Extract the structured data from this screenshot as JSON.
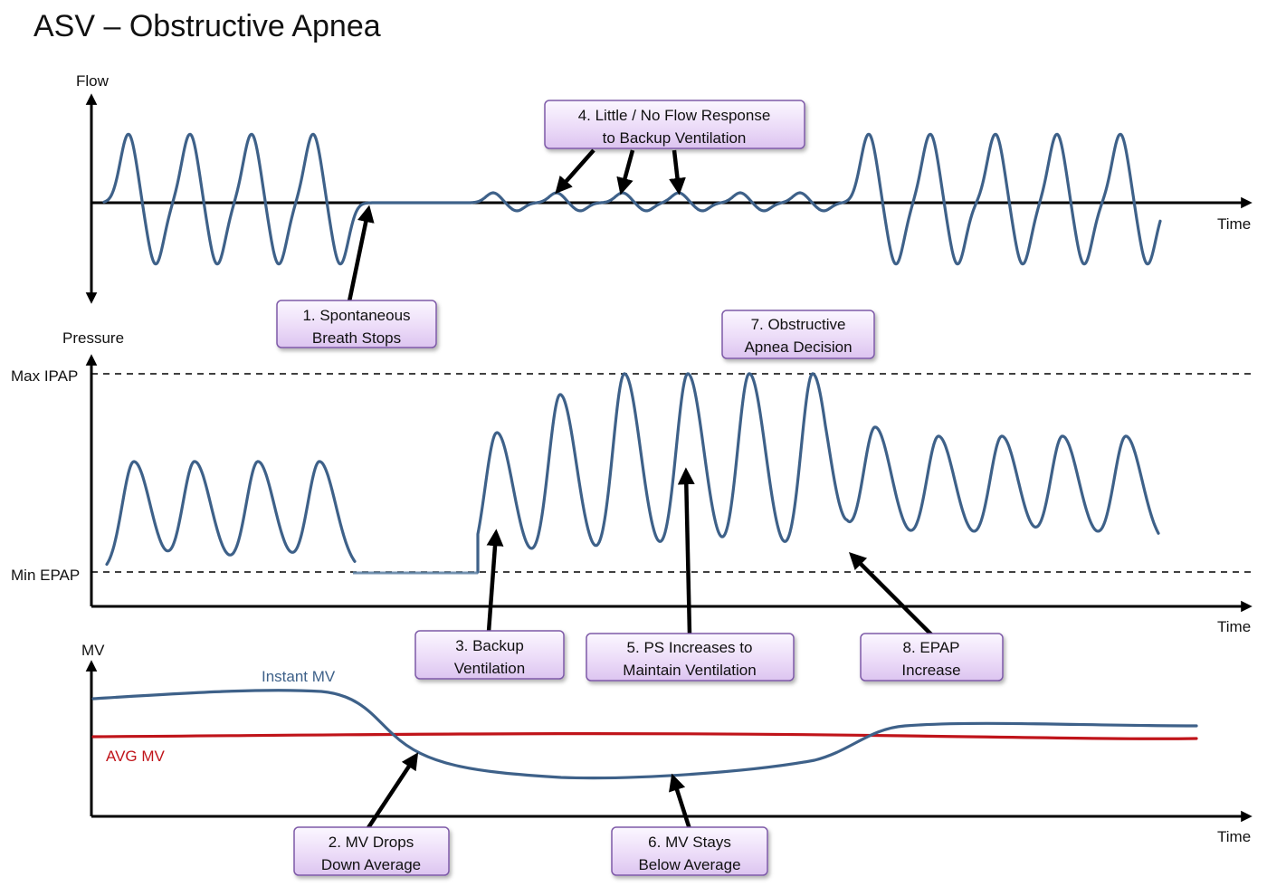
{
  "title": "ASV – Obstructive Apnea",
  "flow_panel": {
    "ylabel": "Flow",
    "xlabel": "Time"
  },
  "pressure_panel": {
    "ylabel": "Pressure",
    "xlabel": "Time",
    "max_label": "Max IPAP",
    "min_label": "Min EPAP"
  },
  "mv_panel": {
    "ylabel": "MV",
    "xlabel": "Time",
    "instant_label": "Instant MV",
    "avg_label": "AVG MV"
  },
  "colors": {
    "wave": "#3e6189",
    "avg": "#c0141a",
    "box_border": "#7e5aa8"
  },
  "callouts": [
    {
      "id": "c1",
      "lines": [
        "1. Spontaneous",
        "Breath Stops"
      ]
    },
    {
      "id": "c2",
      "lines": [
        "2. MV Drops",
        "Down Average"
      ]
    },
    {
      "id": "c3",
      "lines": [
        "3. Backup",
        "Ventilation"
      ]
    },
    {
      "id": "c4",
      "lines": [
        "4. Little / No Flow Response",
        "to Backup Ventilation"
      ]
    },
    {
      "id": "c5",
      "lines": [
        "5. PS Increases to",
        "Maintain Ventilation"
      ]
    },
    {
      "id": "c6",
      "lines": [
        "6. MV Stays",
        "Below Average"
      ]
    },
    {
      "id": "c7",
      "lines": [
        "7. Obstructive",
        "Apnea Decision"
      ]
    },
    {
      "id": "c8",
      "lines": [
        "8. EPAP",
        "Increase"
      ]
    }
  ]
}
